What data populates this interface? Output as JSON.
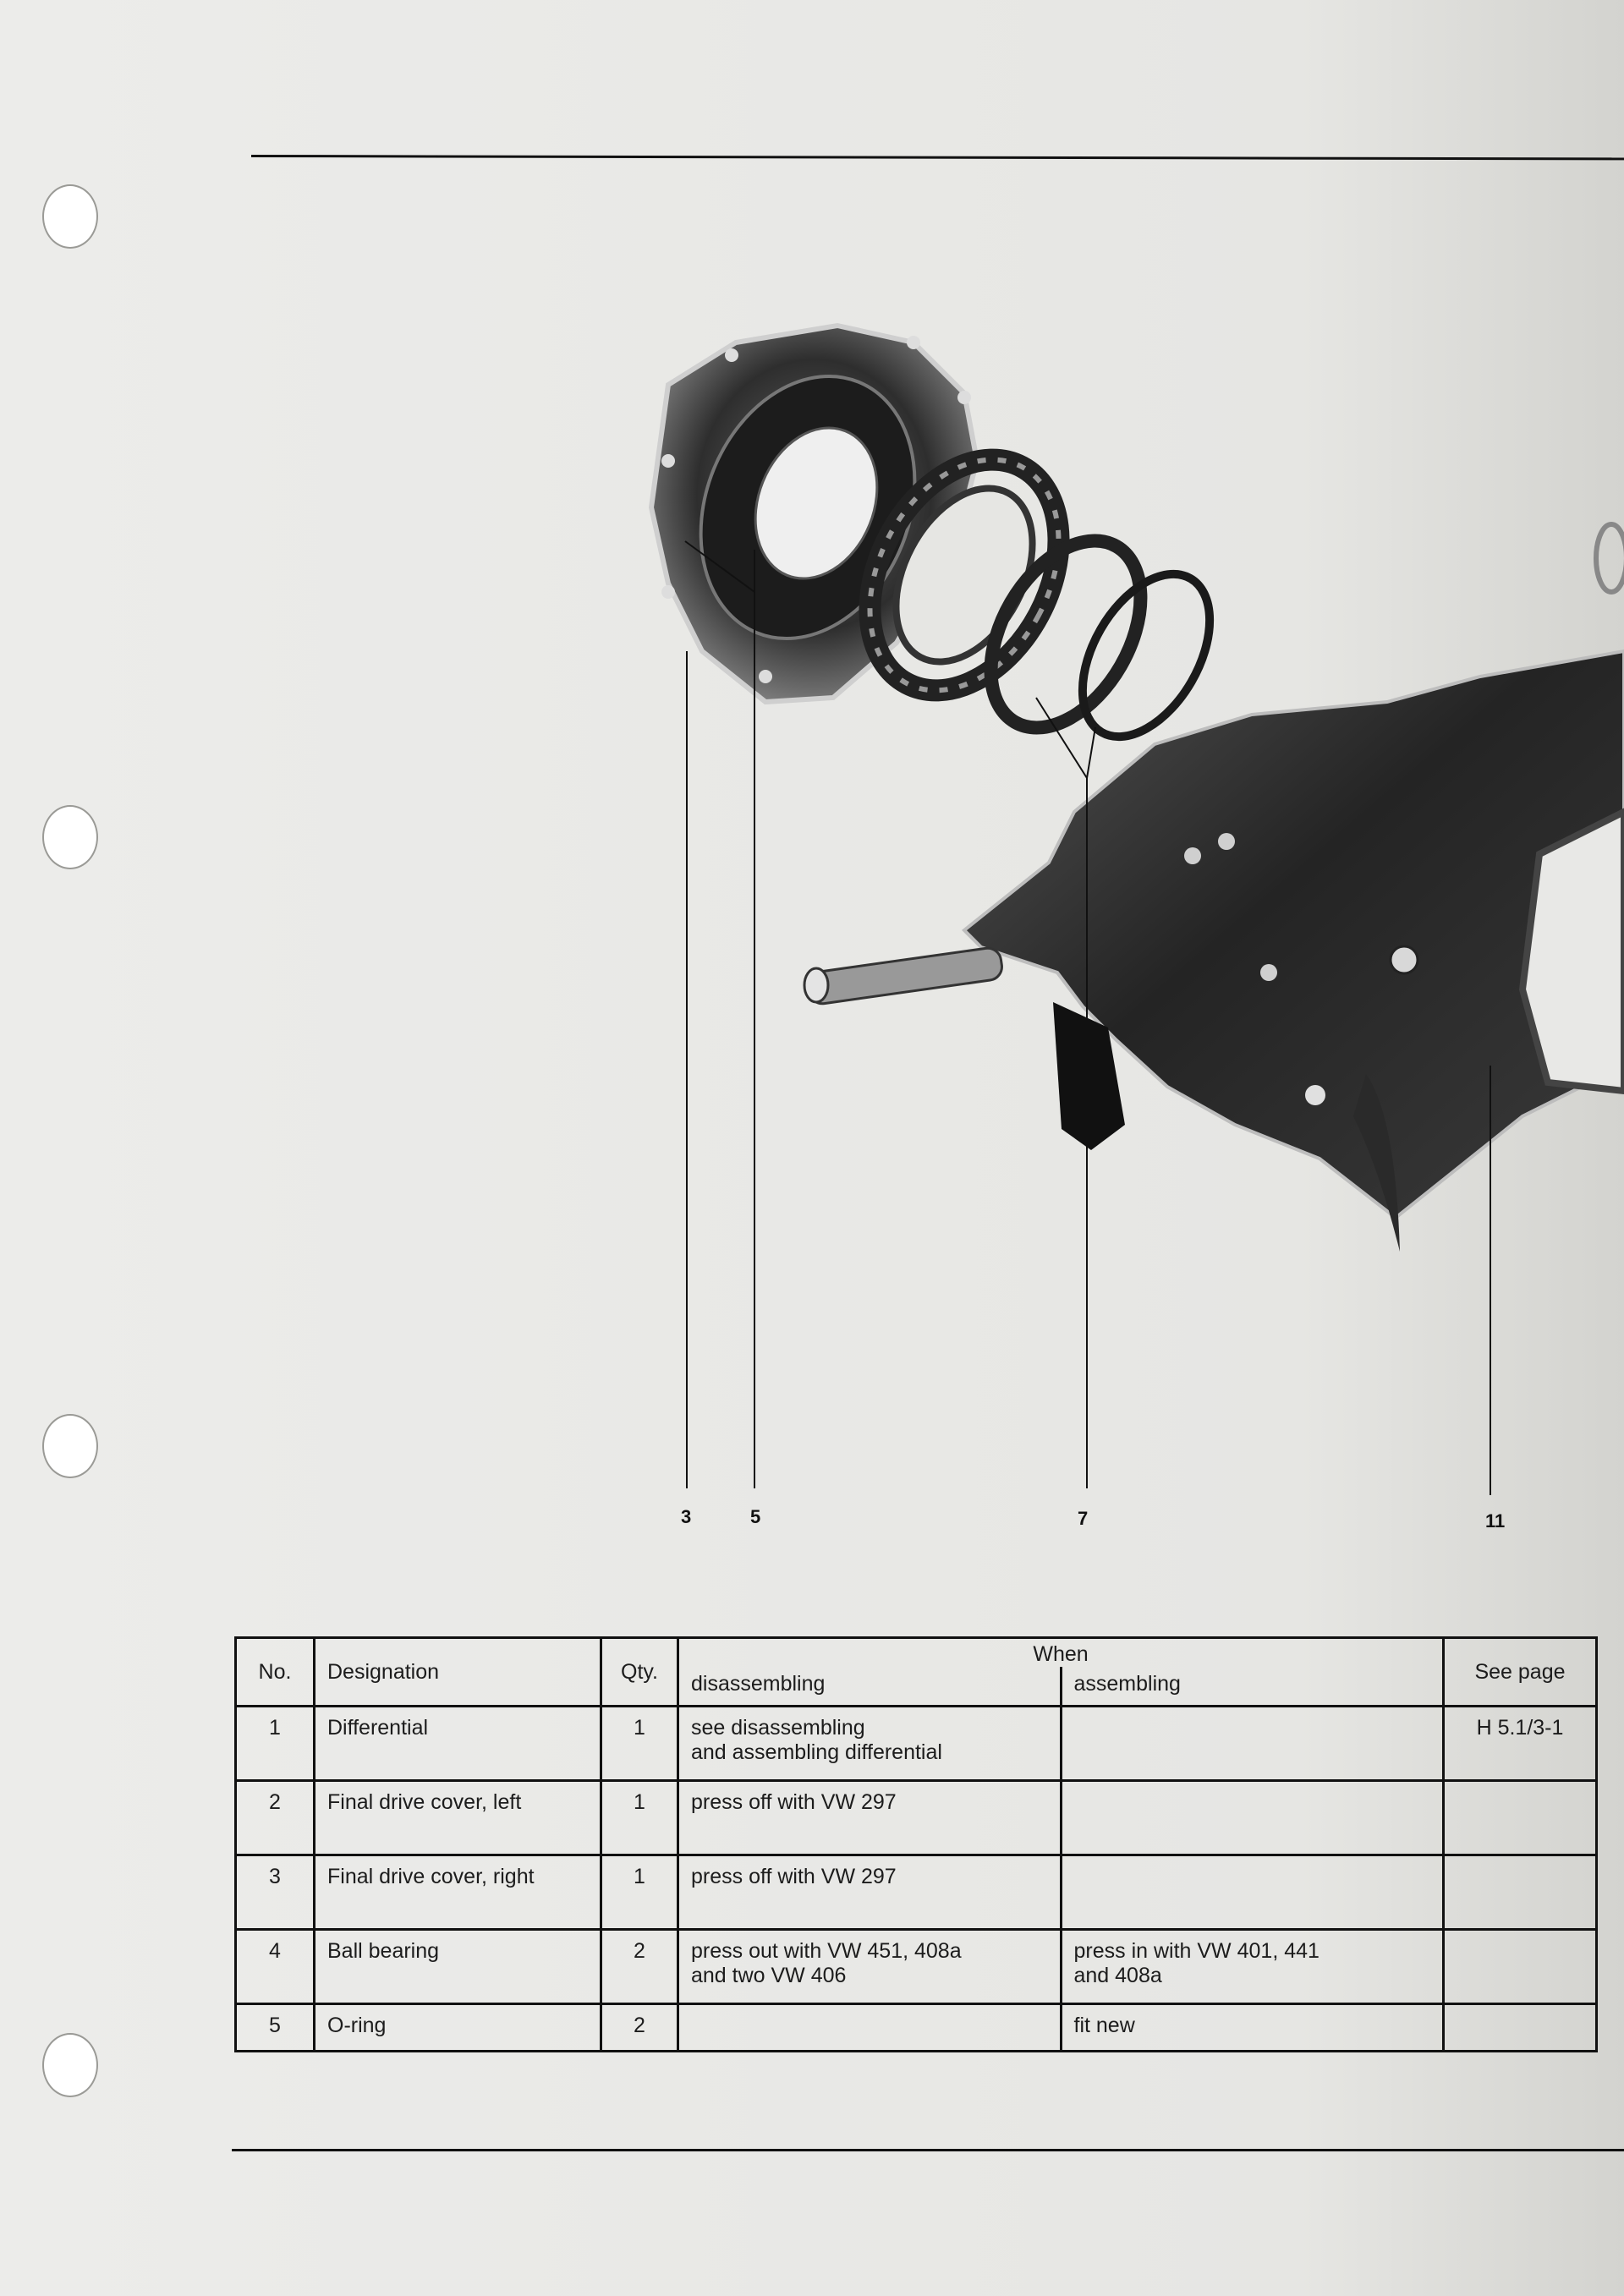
{
  "figure": {
    "callouts": [
      "3",
      "5",
      "7",
      "11"
    ]
  },
  "table": {
    "headers": {
      "no": "No.",
      "designation": "Designation",
      "qty": "Qty.",
      "when": "When",
      "disassembling": "disassembling",
      "assembling": "assembling",
      "see_page": "See page"
    },
    "rows": [
      {
        "no": "1",
        "designation": "Differential",
        "qty": "1",
        "disassembling": "see disassembling\n and assembling differential",
        "assembling": "",
        "see_page": "H 5.1/3-1"
      },
      {
        "no": "2",
        "designation": "Final drive cover, left",
        "qty": "1",
        "disassembling": "press off with VW 297",
        "assembling": "",
        "see_page": ""
      },
      {
        "no": "3",
        "designation": "Final drive cover, right",
        "qty": "1",
        "disassembling": "press off with VW 297",
        "assembling": "",
        "see_page": ""
      },
      {
        "no": "4",
        "designation": "Ball bearing",
        "qty": "2",
        "disassembling": "press out with VW 451, 408a\n and two VW 406",
        "assembling": "press in with VW 401, 441\n and 408a",
        "see_page": ""
      },
      {
        "no": "5",
        "designation": "O-ring",
        "qty": "2",
        "disassembling": "",
        "assembling": "fit new",
        "see_page": ""
      }
    ]
  }
}
